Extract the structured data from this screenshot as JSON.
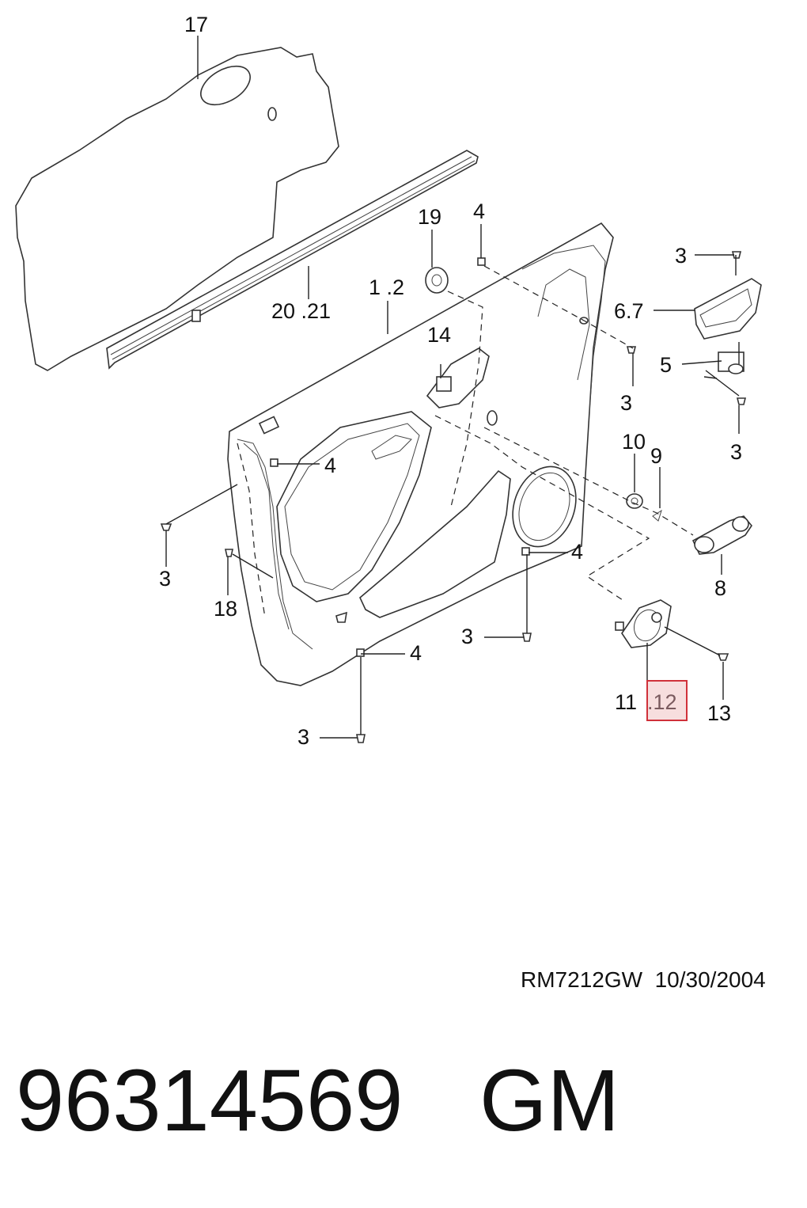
{
  "labels": {
    "l17": "17",
    "l19": "19",
    "l4a": "4",
    "l12": "1 .2",
    "l2021": "20 .21",
    "l14": "14",
    "l3a": "3",
    "l67": "6.7",
    "l5": "5",
    "l3b": "3",
    "l3c": "3",
    "l10": "10",
    "l9": "9",
    "l4b": "4",
    "l3d": "3",
    "l18": "18",
    "l4c": "4",
    "l8": "8",
    "l3e": "3",
    "l4d": "4",
    "l3f": "3",
    "l11": "11",
    "l12hl": ".12",
    "l13": "13"
  },
  "footer": {
    "ref_code": "RM7212GW  10/30/2004",
    "part_number": "96314569",
    "brand": "GM"
  }
}
